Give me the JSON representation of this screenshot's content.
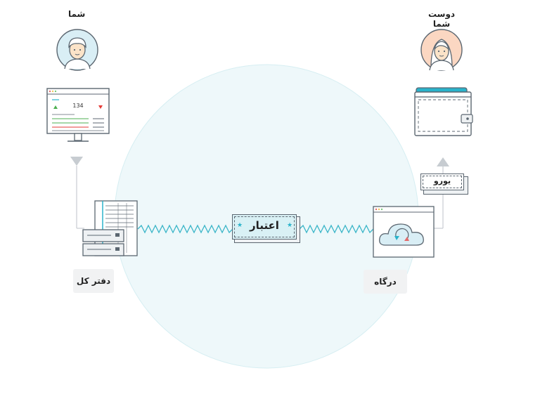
{
  "you": {
    "label": "شما"
  },
  "friend": {
    "label": "دوست شما"
  },
  "monitor": {
    "value": "134"
  },
  "ledger": {
    "label": "دفتر کل"
  },
  "gateway": {
    "label": "درگاه"
  },
  "credit": {
    "label": "اعتبار"
  },
  "euro": {
    "label": "یورو"
  },
  "colors": {
    "circle": "#eef8fa",
    "circle_stroke": "#d6eef2",
    "zigzag": "#3bb6c8",
    "accent": "#2ab3cb",
    "outline": "#5b6670",
    "arrow": "#c7ccd1",
    "skin": "#fbe3c8",
    "avatar_bg_you": "#d9eef5",
    "avatar_bg_friend": "#fbd7c2"
  },
  "icons": [
    "user-avatar-icon",
    "user-avatar-icon",
    "monitor-icon",
    "wallet-icon",
    "server-icon",
    "cloud-sync-icon",
    "arrow-down-icon",
    "arrow-up-icon"
  ]
}
